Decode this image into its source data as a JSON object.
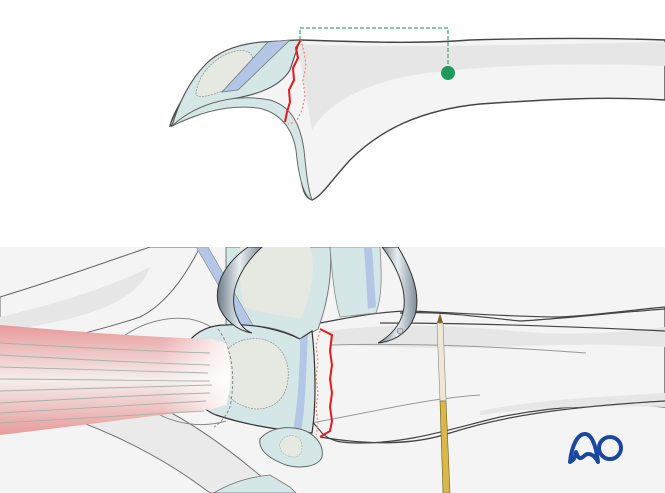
{
  "figure": {
    "panels": [
      {
        "id": "top",
        "description": "Lateral view of distal phalanx with fracture line near the base",
        "elements": [
          "bone-outline",
          "articular-cartilage",
          "fracture-line",
          "fracture-line-dotted",
          "measurement-bracket",
          "marker-dot"
        ]
      },
      {
        "id": "bottom",
        "description": "Reduction with pointed reduction forceps and K-wire",
        "elements": [
          "tendon",
          "joint-capsule",
          "reduction-forceps",
          "fracture-line",
          "fracture-line-dotted",
          "k-wire",
          "ao-logo"
        ]
      }
    ],
    "logo_text": "AO",
    "colors": {
      "bone_fill": "#f4f4f4",
      "bone_shade": "#e6e6e6",
      "bone_outline": "#444444",
      "cartilage": "#d4e6e6",
      "cartilage_blue": "#b3c6e6",
      "fracture_red": "#e8191c",
      "fracture_dotted": "#f08a7a",
      "marker_green": "#1f9a5c",
      "bracket_green": "#3aa870",
      "tendon_red": "#e89a9a",
      "kwire_gold": "#d8b84a",
      "kwire_sleeve": "#efe8d6",
      "forceps_steel": "#9aa6b0",
      "ao_blue": "#1a47a0"
    }
  }
}
